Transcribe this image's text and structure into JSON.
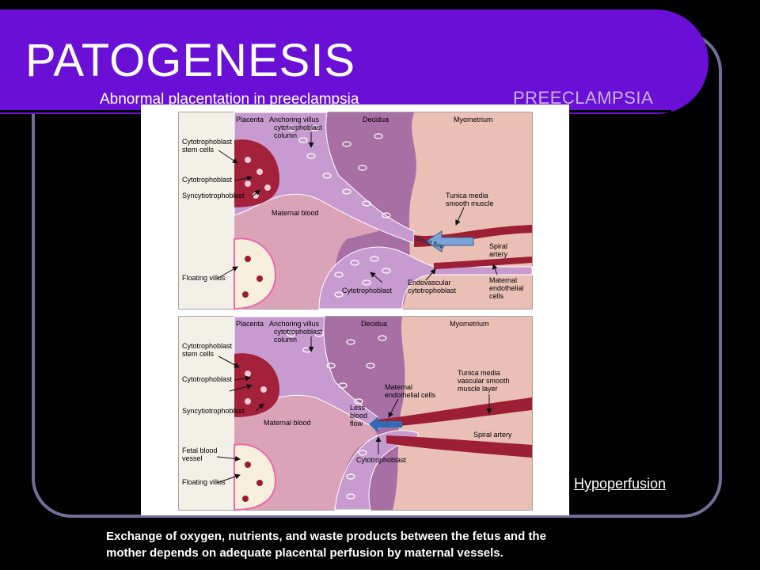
{
  "slide": {
    "title": "PATOGENESIS",
    "subtitle": "Abnormal placentation in preeclampsia",
    "tag": "PREECLAMPSIA",
    "hypoperfusion": "Hypoperfusion",
    "caption_line1": "Exchange of oxygen, nutrients, and waste products between the fetus and the",
    "caption_line2": "mother depends on adequate placental perfusion by maternal vessels."
  },
  "colors": {
    "banner": "#6a0fd6",
    "frame": "#6f6f9a",
    "tissue": "#dba3b8",
    "decidua": "#a86fa4",
    "myometrium": "#e9bfb6",
    "artery": "#9c1f35"
  },
  "diagram_top": {
    "placenta": "Placenta",
    "anchoring": [
      "Anchoring villus",
      "cytotrophoblast",
      "column"
    ],
    "decidua": "Decidua",
    "myometrium": "Myometrium",
    "stem_cells": [
      "Cytotrophoblast",
      "stem cells"
    ],
    "cytotrophoblast_left": "Cytotrophoblast",
    "syncytio": "Syncytiotrophoblast",
    "maternal_blood": "Maternal blood",
    "tunica": [
      "Tunica media",
      "smooth muscle"
    ],
    "blood_flow": "Blood flow",
    "spiral": [
      "Spiral",
      "artery"
    ],
    "floating": "Floating villus",
    "cytotrophoblast_bottom": "Cytotrophoblast",
    "endovascular": [
      "Endovascular",
      "cytotrophoblast"
    ],
    "maternal_endo": [
      "Maternal",
      "endothelial",
      "cells"
    ]
  },
  "diagram_bottom": {
    "placenta": "Placenta",
    "anchoring": [
      "Anchoring villus",
      "cytotrophoblast",
      "column"
    ],
    "decidua": "Decidua",
    "myometrium": "Myometrium",
    "stem_cells": [
      "Cytotrophoblast",
      "stem cells"
    ],
    "cytotrophoblast_left": "Cytotrophoblast",
    "syncytio": "Syncytiotrophoblast",
    "maternal_blood": "Maternal blood",
    "maternal_endo": [
      "Maternal",
      "endothelial cells"
    ],
    "tunica": [
      "Tunica media",
      "vascular smooth",
      "muscle layer"
    ],
    "less_blood": [
      "Less",
      "blood",
      "flow"
    ],
    "spiral": "Spiral artery",
    "fetal_vessel": [
      "Fetal blood",
      "vessel"
    ],
    "floating": "Floating villus",
    "cytotrophoblast_bottom": "Cytotrophoblast"
  }
}
